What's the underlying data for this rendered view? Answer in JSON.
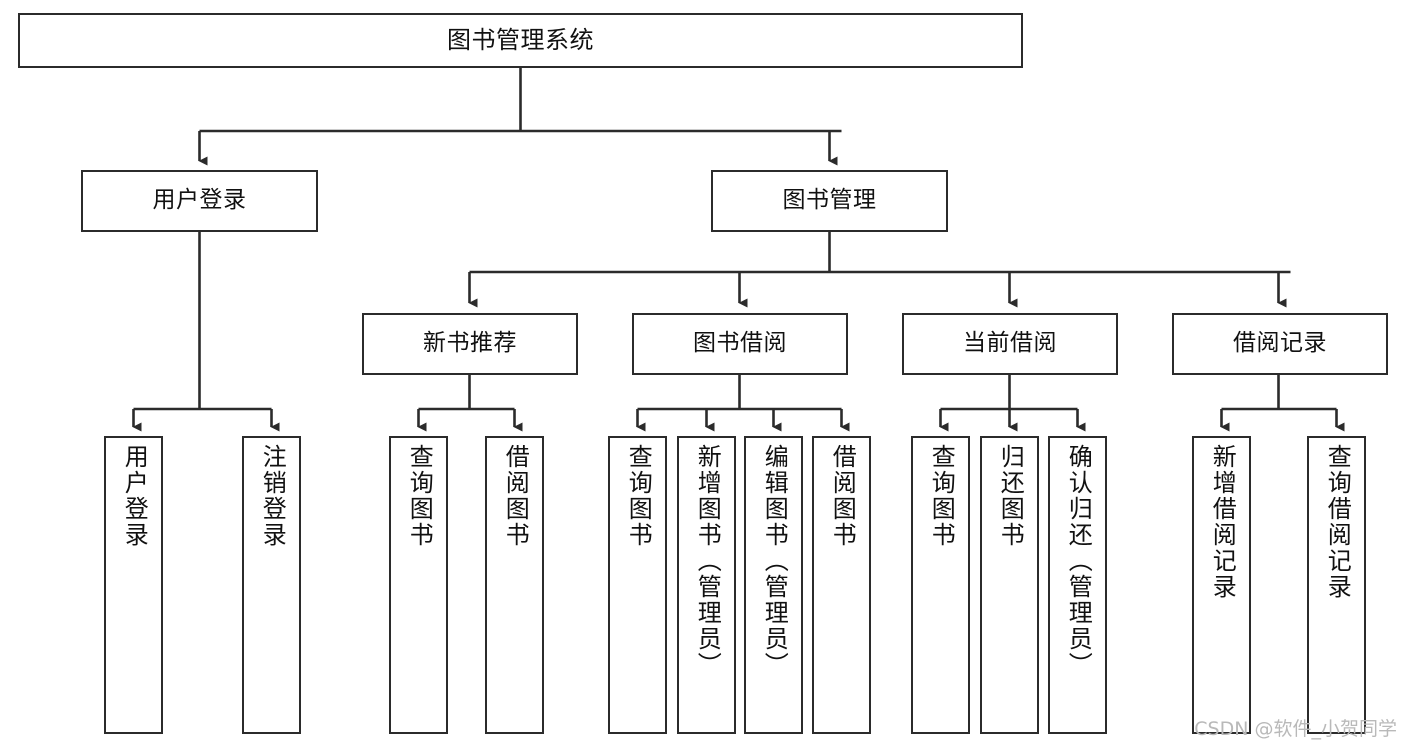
{
  "diagram": {
    "title": "图书管理系统",
    "type": "tree-hierarchy-functional-structure",
    "stroke_color": "#2b2b2b",
    "fill_color": "#ffffff",
    "text_color": "#111111",
    "watermark": "CSDN @软件_小贺同学"
  },
  "nodes": {
    "root": {
      "label": "图书管理系统"
    },
    "level2": [
      {
        "label": "用户登录"
      },
      {
        "label": "图书管理"
      }
    ],
    "level3": [
      {
        "label": "新书推荐"
      },
      {
        "label": "图书借阅"
      },
      {
        "label": "当前借阅"
      },
      {
        "label": "借阅记录"
      }
    ],
    "leaves": {
      "user_login": [
        {
          "label": "用户登录"
        },
        {
          "label": "注销登录"
        }
      ],
      "new_book_recommend": [
        {
          "label": "查询图书"
        },
        {
          "label": "借阅图书"
        }
      ],
      "book_borrow": [
        {
          "label": "查询图书"
        },
        {
          "label": "新增图书（管理员）"
        },
        {
          "label": "编辑图书（管理员）"
        },
        {
          "label": "借阅图书"
        }
      ],
      "current_borrow": [
        {
          "label": "查询图书"
        },
        {
          "label": "归还图书"
        },
        {
          "label": "确认归还（管理员）"
        }
      ],
      "borrow_record": [
        {
          "label": "新增借阅记录"
        },
        {
          "label": "查询借阅记录"
        }
      ]
    }
  }
}
